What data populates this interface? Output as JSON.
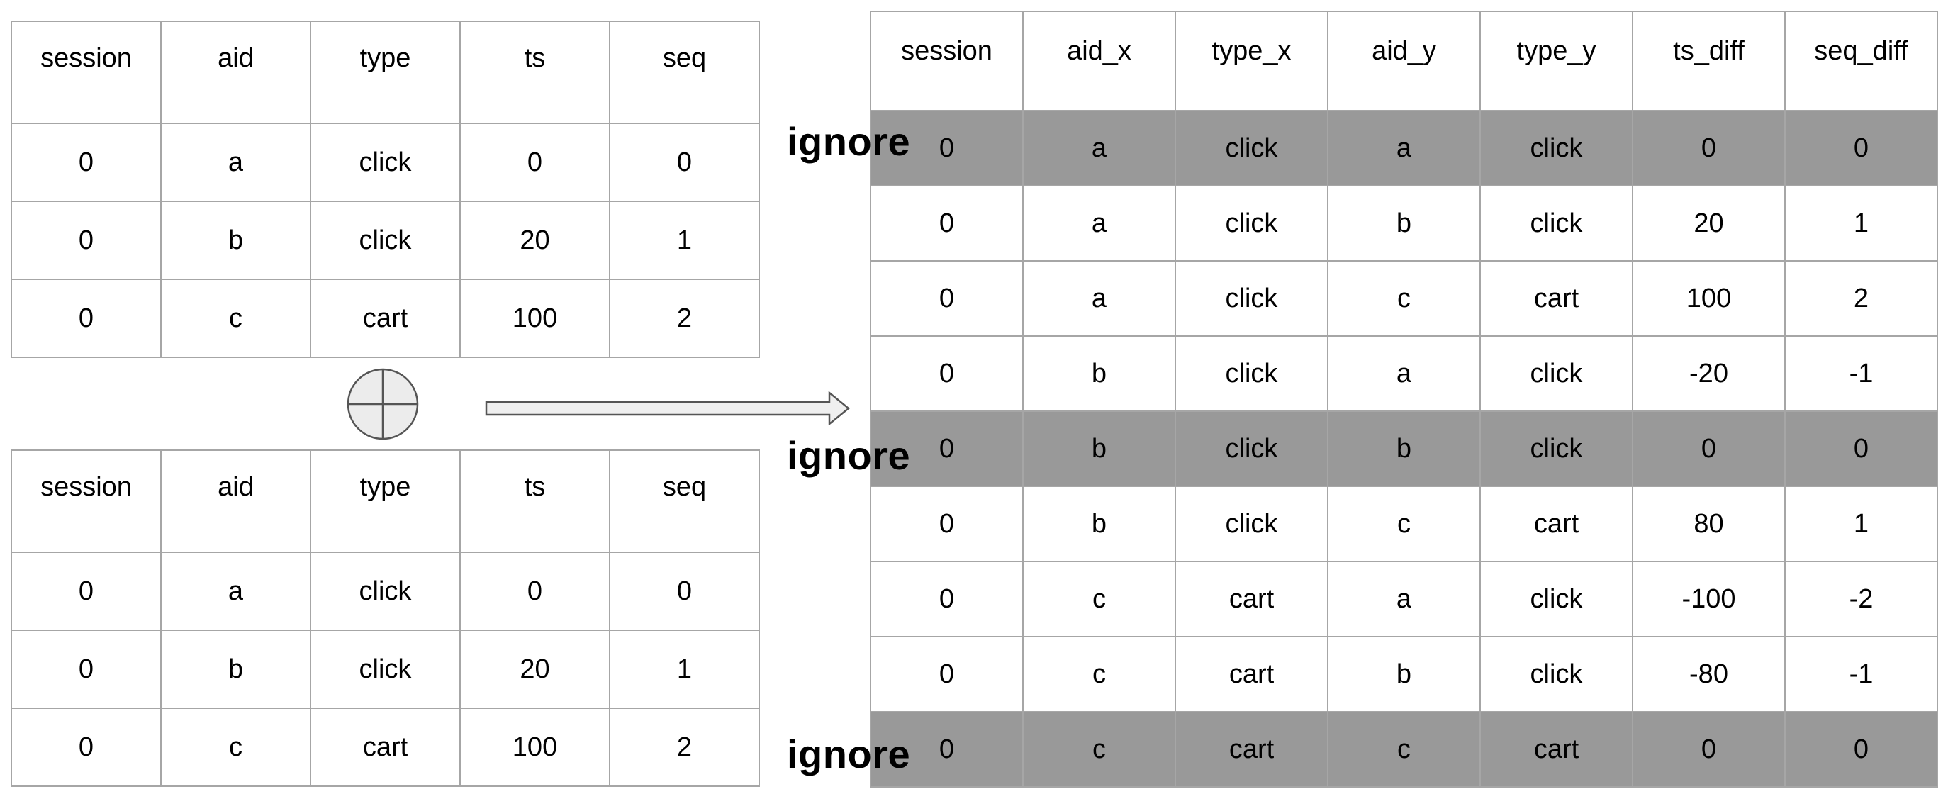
{
  "columns": [
    "session",
    "aid",
    "type",
    "ts",
    "seq"
  ],
  "input_table_a": {
    "rows": [
      [
        "0",
        "a",
        "click",
        "0",
        "0"
      ],
      [
        "0",
        "b",
        "click",
        "20",
        "1"
      ],
      [
        "0",
        "c",
        "cart",
        "100",
        "2"
      ]
    ]
  },
  "input_table_b": {
    "rows": [
      [
        "0",
        "a",
        "click",
        "0",
        "0"
      ],
      [
        "0",
        "b",
        "click",
        "20",
        "1"
      ],
      [
        "0",
        "c",
        "cart",
        "100",
        "2"
      ]
    ]
  },
  "result_table": {
    "columns": [
      "session",
      "aid_x",
      "type_x",
      "aid_y",
      "type_y",
      "ts_diff",
      "seq_diff"
    ],
    "rows": [
      [
        "0",
        "a",
        "click",
        "a",
        "click",
        "0",
        "0"
      ],
      [
        "0",
        "a",
        "click",
        "b",
        "click",
        "20",
        "1"
      ],
      [
        "0",
        "a",
        "click",
        "c",
        "cart",
        "100",
        "2"
      ],
      [
        "0",
        "b",
        "click",
        "a",
        "click",
        "-20",
        "-1"
      ],
      [
        "0",
        "b",
        "click",
        "b",
        "click",
        "0",
        "0"
      ],
      [
        "0",
        "b",
        "click",
        "c",
        "cart",
        "80",
        "1"
      ],
      [
        "0",
        "c",
        "cart",
        "a",
        "click",
        "-100",
        "-2"
      ],
      [
        "0",
        "c",
        "cart",
        "b",
        "click",
        "-80",
        "-1"
      ],
      [
        "0",
        "c",
        "cart",
        "c",
        "cart",
        "0",
        "0"
      ]
    ],
    "ignored_rows": [
      0,
      4,
      8
    ]
  },
  "ignore_label": "ignore",
  "colors": {
    "border": "#a6a6a6",
    "ignored_row_fill": "#999999",
    "join_symbol_fill": "#ececec",
    "arrow_fill": "#efefef",
    "stroke": "#555555"
  }
}
